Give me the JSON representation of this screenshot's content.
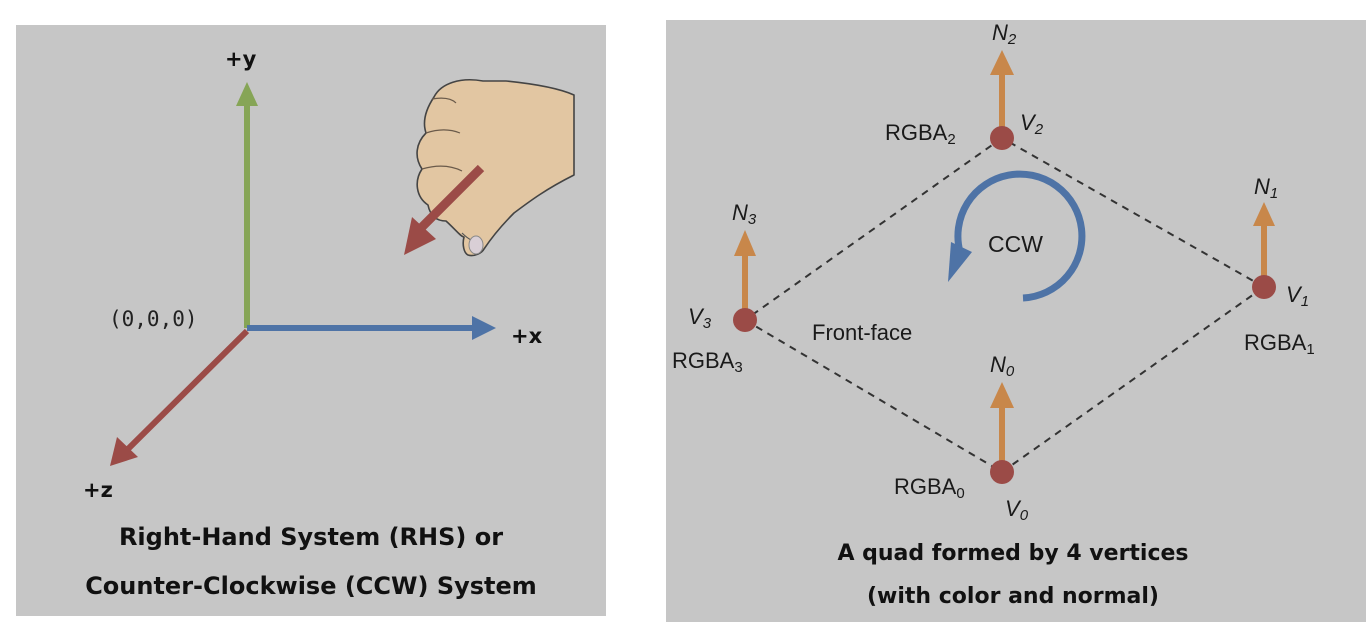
{
  "left": {
    "axis_labels": {
      "y": "+y",
      "x": "+x",
      "z": "+z"
    },
    "origin_label": "(0,0,0)",
    "caption_line1": "Right-Hand System (RHS) or",
    "caption_line2": "Counter-Clockwise (CCW) System",
    "colors": {
      "y_axis": "#86a556",
      "x_axis": "#4e73a6",
      "z_axis": "#9b4b47",
      "background": "#c6c6c6"
    },
    "icons": [
      "right-hand-thumb-icon"
    ]
  },
  "right": {
    "vertices": [
      {
        "name": "V",
        "sub": "0",
        "normal": "N",
        "normal_sub": "0",
        "color_label": "RGBA",
        "color_sub": "0"
      },
      {
        "name": "V",
        "sub": "1",
        "normal": "N",
        "normal_sub": "1",
        "color_label": "RGBA",
        "color_sub": "1"
      },
      {
        "name": "V",
        "sub": "2",
        "normal": "N",
        "normal_sub": "2",
        "color_label": "RGBA",
        "color_sub": "2"
      },
      {
        "name": "V",
        "sub": "3",
        "normal": "N",
        "normal_sub": "3",
        "color_label": "RGBA",
        "color_sub": "3"
      }
    ],
    "winding_label": "CCW",
    "face_label": "Front-face",
    "caption_line1": "A quad formed by 4 vertices",
    "caption_line2": "(with color and normal)",
    "colors": {
      "vertex": "#9b4b47",
      "normal": "#c8874a",
      "winding": "#4e73a6",
      "edge": "#333333"
    }
  }
}
